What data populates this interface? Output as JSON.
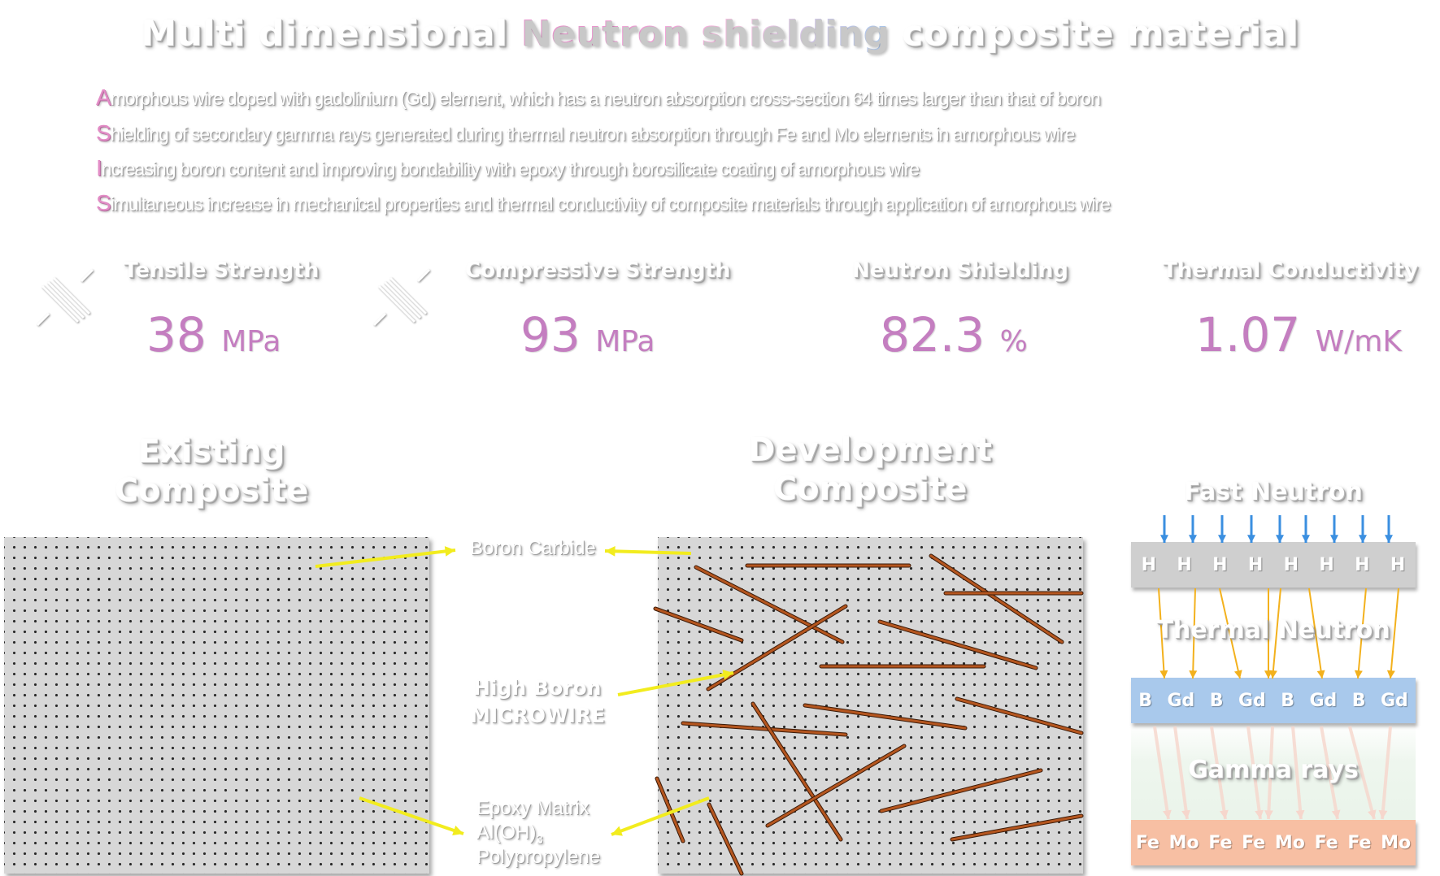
{
  "title": {
    "part1": "Multi dimensional ",
    "highlight": "Neutron shielding",
    "part2": " composite material"
  },
  "features": [
    {
      "initial": "A",
      "text": "morphous wire doped with gadolinium (Gd) element, which has a neutron absorption cross-section 64 times larger than that of boron"
    },
    {
      "initial": "S",
      "text": "hielding of secondary gamma rays generated during thermal neutron absorption through Fe and Mo elements in amorphous wire"
    },
    {
      "initial": "I",
      "text": "ncreasing boron content and improving bondability with epoxy through borosilicate coating of amorphous wire"
    },
    {
      "initial": "S",
      "text": "imultaneous increase in mechanical properties and thermal conductivity of composite materials through application of amorphous wire"
    }
  ],
  "stats": [
    {
      "label": "Tensile Strength",
      "value": "38",
      "unit": "MPa"
    },
    {
      "label": "Compressive Strength",
      "value": "93",
      "unit": "MPa"
    },
    {
      "label": "Neutron Shielding",
      "value": "82.3",
      "unit": "%"
    },
    {
      "label": "Thermal Conductivity",
      "value": "1.07",
      "unit": "W/mK"
    }
  ],
  "icons": [
    "tensile-strength-icon",
    "compressive-strength-icon"
  ],
  "diagram": {
    "existing_heading_1": "Existing",
    "existing_heading_2": "Composite",
    "development_heading_1": "Development",
    "development_heading_2": "Composite",
    "labels": {
      "boron_carbide": "Boron Carbide",
      "microwire_1": "High Boron",
      "microwire_2": "MICROWIRE",
      "epoxy_1": "Epoxy Matrix",
      "epoxy_2": "Al(OH)",
      "epoxy_2_sub": "3",
      "epoxy_3": "Polypropylene"
    }
  },
  "shielding": {
    "fast_neutron": "Fast Neutron",
    "thermal_neutron": "Thermal Neutron",
    "gamma_rays": "Gamma rays",
    "layer_h": [
      "H",
      "H",
      "H",
      "H",
      "H",
      "H",
      "H",
      "H"
    ],
    "layer_bgd": [
      "B",
      "Gd",
      "B",
      "Gd",
      "B",
      "Gd",
      "B",
      "Gd"
    ],
    "layer_femo": [
      "Fe",
      "Mo",
      "Fe",
      "Fe",
      "Mo",
      "Fe",
      "Fe",
      "Mo"
    ]
  },
  "colors": {
    "accent_pink": "#e28cc6",
    "stat_value": "#c47ec0",
    "panel_gray": "#d7d7d7",
    "wire": "#b5561f",
    "pointer_yellow": "#f2ec1e",
    "arrow_blue": "#3b8fe0",
    "arrow_orange": "#f3b11d",
    "layer_h": "#cfcfcf",
    "layer_bgd": "#a9c9ec",
    "layer_femo": "#f7bfa3"
  }
}
